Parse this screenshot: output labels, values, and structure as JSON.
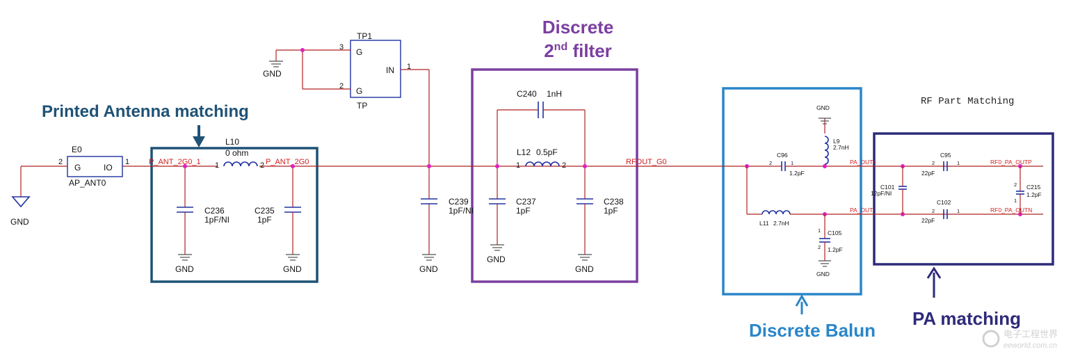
{
  "sections": {
    "antenna": "Printed Antenna matching",
    "filter_line1": "Discrete",
    "filter_line2_prefix": "2",
    "filter_line2_sup": "nd",
    "filter_line2_suffix": " filter",
    "balun": "Discrete Balun",
    "pa": "PA matching",
    "rf_part": "RF Part Matching"
  },
  "colors": {
    "antenna_box": "#1f5276",
    "filter_box": "#7b3fa0",
    "balun_box": "#2a86c8",
    "pa_box": "#2e2a7a",
    "wire": "#b02020",
    "component": "#2030a0",
    "node": "#e020c0"
  },
  "watermark": {
    "cn": "电子工程世界",
    "en": "eeworld.com.cn"
  },
  "parts": {
    "e0": {
      "ref": "E0",
      "value": "AP_ANT0",
      "pin_g": "G",
      "pin_io": "IO",
      "pin2": "2",
      "pin1": "1"
    },
    "gnd_label": "GND",
    "l10": {
      "ref": "L10",
      "value": "0 ohm",
      "pin1": "1",
      "pin2": "2"
    },
    "c236": {
      "ref": "C236",
      "value": "1pF/NI"
    },
    "c235": {
      "ref": "C235",
      "value": "1pF"
    },
    "tp1": {
      "ref": "TP1",
      "value": "TP",
      "g1": "G",
      "g2": "G",
      "in": "IN",
      "p3": "3",
      "p2": "2",
      "p1": "1"
    },
    "c239": {
      "ref": "C239",
      "value": "1pF/NI"
    },
    "c240": {
      "ref": "C240",
      "value": "1nH"
    },
    "l12": {
      "ref": "L12",
      "value": "0.5pF",
      "pin1": "1",
      "pin2": "2"
    },
    "c237": {
      "ref": "C237",
      "value": "1pF"
    },
    "c238": {
      "ref": "C238",
      "value": "1pF"
    },
    "c96": {
      "ref": "C96",
      "value": "1.2pF",
      "pin2": "2",
      "pin1": "1"
    },
    "l9": {
      "ref": "L9",
      "value": "2.7nH"
    },
    "l11": {
      "ref": "L11",
      "value": "2.7nH"
    },
    "c105": {
      "ref": "C105",
      "value": "1.2pF"
    },
    "c95": {
      "ref": "C95",
      "value": "22pF",
      "pin2": "2",
      "pin1": "1"
    },
    "c102": {
      "ref": "C102",
      "value": "22pF",
      "pin2": "2",
      "pin1": "1"
    },
    "c101": {
      "ref": "C101",
      "value": "12pF/NI"
    },
    "c215": {
      "ref": "C215",
      "value": "1.2pF"
    },
    "small_pin1": "1",
    "small_pin2": "2"
  },
  "nets": {
    "p_ant_1": "P_ANT_2G0_1",
    "p_ant": "P_ANT_2G0",
    "rfout": "RFOUT_G0",
    "pa_outp_left": "PA_OUT+",
    "pa_outn_left": "PA_OUT-",
    "rf0_pa_outp": "RF0_PA_OUTP",
    "rf0_pa_outn": "RF0_PA_OUTN"
  }
}
